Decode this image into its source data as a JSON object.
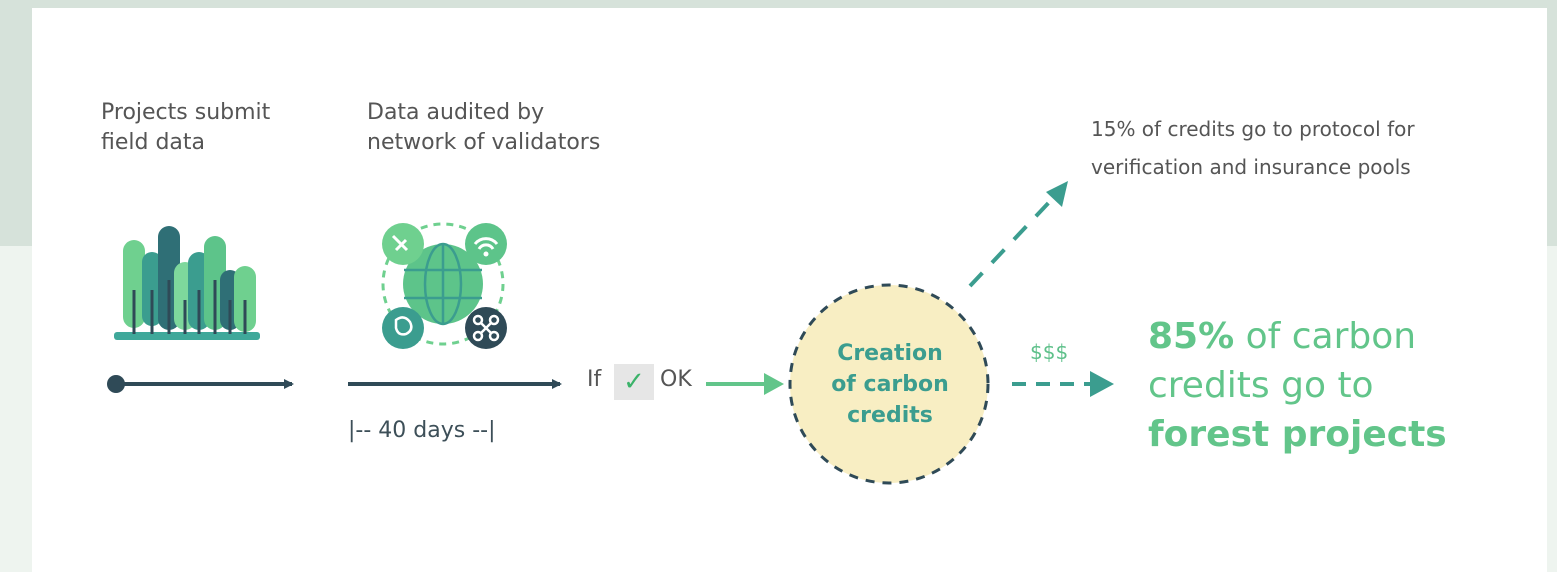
{
  "steps": {
    "submit": {
      "line1": "Projects submit",
      "line2": "field data"
    },
    "audit": {
      "line1": "Data audited by",
      "line2": "network of validators"
    }
  },
  "timeline": {
    "duration": "|-- 40 days --|"
  },
  "check": {
    "if": "If",
    "mark": "✓",
    "ok": "OK"
  },
  "center": {
    "line1": "Creation",
    "line2": "of carbon",
    "line3": "credits"
  },
  "protocol": {
    "line1": "15% of credits go to protocol for",
    "line2": "verification and insurance pools"
  },
  "payment": {
    "symbol": "$$$"
  },
  "forest": {
    "percent": "85%",
    "rest1": " of carbon",
    "line2": "credits go to",
    "line3": "forest projects"
  },
  "colors": {
    "dark": "#2f4a57",
    "green": "#62c58a",
    "teal": "#3b9d8f",
    "circle_fill": "#f8eec3"
  },
  "icons": [
    "forest-icon",
    "globe-icon",
    "satellite-icon",
    "wifi-icon",
    "brain-icon",
    "drone-icon"
  ]
}
